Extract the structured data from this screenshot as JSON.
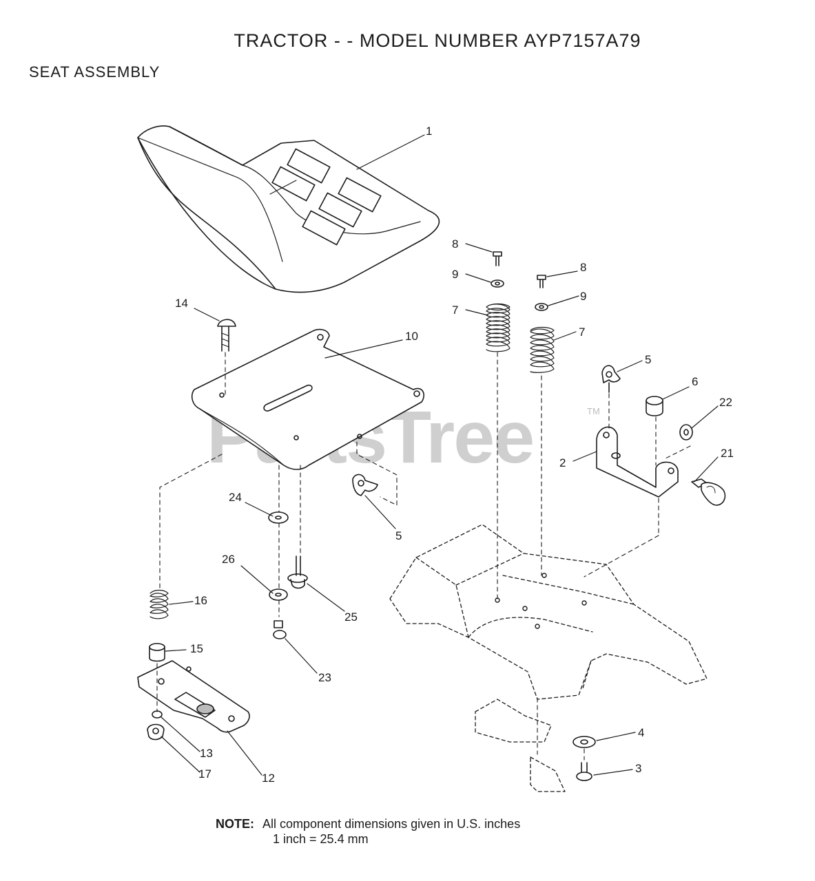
{
  "title": "TRACTOR - - MODEL NUMBER AYP7157A79",
  "subtitle": "SEAT ASSEMBLY",
  "watermark": "PartsTree",
  "watermark_tm": "TM",
  "note": {
    "label": "NOTE:",
    "line1": "All component dimensions given in U.S. inches",
    "line2": "1 inch = 25.4 mm"
  },
  "callouts": {
    "seat": "1",
    "bracket": "2",
    "screw_3": "3",
    "washer_4": "4",
    "wing_5_top": "5",
    "wing_5_bottom": "5",
    "spacer_6": "6",
    "spring_7_left": "7",
    "spring_7_right": "7",
    "screw_8_left": "8",
    "screw_8_right": "8",
    "washer_9_left": "9",
    "washer_9_right": "9",
    "seat_pan": "10",
    "plate_12": "12",
    "nut_13": "13",
    "bolt_14": "14",
    "bushing_15": "15",
    "spring_16": "16",
    "nut_17": "17",
    "knob_21": "21",
    "washer_22": "22",
    "nut_23": "23",
    "washer_24": "24",
    "screw_25": "25",
    "washer_26": "26"
  }
}
